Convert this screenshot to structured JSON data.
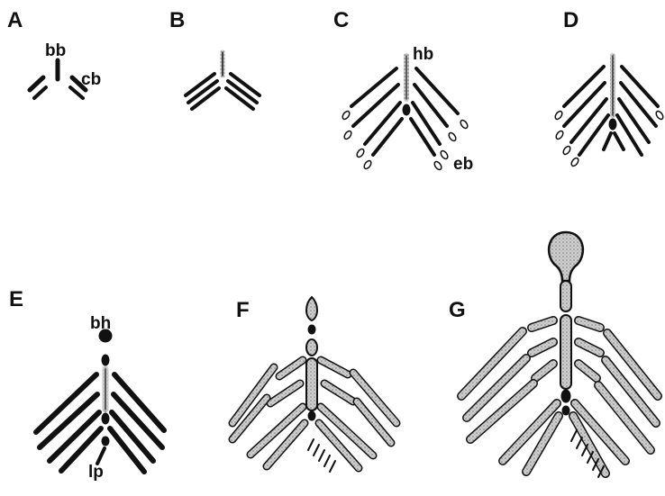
{
  "panels": [
    {
      "letter": "A"
    },
    {
      "letter": "B"
    },
    {
      "letter": "C"
    },
    {
      "letter": "D"
    },
    {
      "letter": "E"
    },
    {
      "letter": "F"
    },
    {
      "letter": "G"
    }
  ],
  "labels": {
    "bb": "bb",
    "cb": "cb",
    "hb": "hb",
    "eb": "eb",
    "bh": "bh",
    "lp": "lp"
  },
  "colors": {
    "ink": "#111111",
    "fill": "#bdbdbd",
    "background": "#ffffff"
  }
}
